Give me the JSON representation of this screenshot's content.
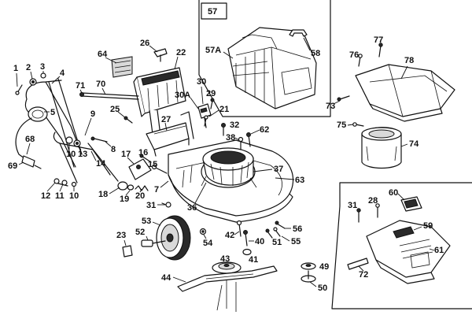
{
  "callouts": {
    "c1": "1",
    "c2": "2",
    "c3": "3",
    "c4": "4",
    "c5": "5",
    "c68": "68",
    "c69": "69",
    "c71": "71",
    "c70": "70",
    "c64": "64",
    "c26": "26",
    "c22": "22",
    "c25": "25",
    "c9": "9",
    "c8": "8",
    "c10a": "10",
    "c13": "13",
    "c14": "14",
    "c10b": "10",
    "c12": "12",
    "c11": "11",
    "c18": "18",
    "c19": "19",
    "c20": "20",
    "c17": "17",
    "c16": "16",
    "c15": "15",
    "c7": "7",
    "c27": "27",
    "c30": "30",
    "c30A": "30A",
    "c29": "29",
    "c21": "21",
    "c32": "32",
    "c38": "38",
    "c62": "62",
    "c57": "57",
    "c57A": "57A",
    "c58": "58",
    "c77": "77",
    "c76": "76",
    "c78": "78",
    "c73": "73",
    "c75": "75",
    "c74": "74",
    "c37": "37",
    "c63": "63",
    "c36": "36",
    "c31a": "31",
    "c53": "53",
    "c54": "54",
    "c52": "52",
    "c23": "23",
    "c42": "42",
    "c40": "40",
    "c56": "56",
    "c51": "51",
    "c55": "55",
    "c41": "41",
    "c43": "43",
    "c44": "44",
    "c49": "49",
    "c50": "50",
    "c31b": "31",
    "c28": "28",
    "c60": "60",
    "c59": "59",
    "c61": "61",
    "c72": "72"
  }
}
